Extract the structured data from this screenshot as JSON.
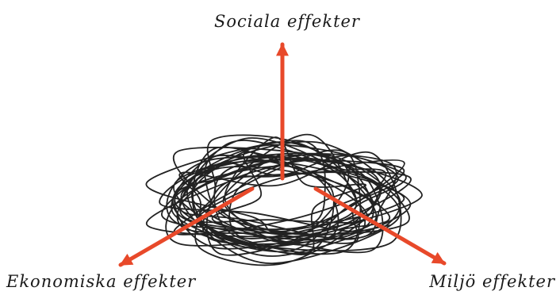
{
  "diagram": {
    "labels": {
      "top": "Sociala effekter",
      "left": "Ekonomiska effekter",
      "right": "Miljö effekter"
    },
    "colors": {
      "arrow": "#e8492a",
      "scribble": "#222222",
      "text": "#1a1a1a",
      "background": "#ffffff"
    }
  }
}
